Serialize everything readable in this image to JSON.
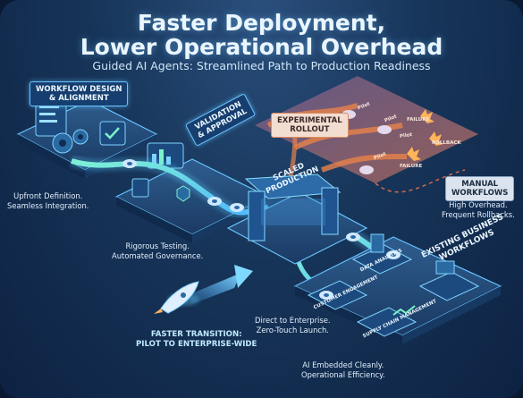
{
  "header": {
    "title_line1": "Faster Deployment,",
    "title_line2": "Lower Operational Overhead",
    "subtitle": "Guided AI Agents: Streamlined Path to Production Readiness"
  },
  "stages": {
    "workflow_design": {
      "label_line1": "WORKFLOW DESIGN",
      "label_line2": "& ALIGNMENT",
      "note_line1": "Upfront Definition.",
      "note_line2": "Seamless Integration."
    },
    "validation": {
      "label_line1": "VALIDATION",
      "label_line2": "& APPROVAL",
      "note_line1": "Rigorous Testing.",
      "note_line2": "Automated Governance."
    },
    "scaled_production": {
      "label_line1": "SCALED",
      "label_line2": "PRODUCTION",
      "note_line1": "Direct to Enterprise.",
      "note_line2": "Zero-Touch Launch."
    },
    "experimental": {
      "label_line1": "EXPERIMENTAL",
      "label_line2": "ROLLOUT",
      "tags": [
        "Pilot",
        "Pilot",
        "FAILURE",
        "Pilot",
        "ROLLBACK",
        "Pilot",
        "FAILURE"
      ]
    },
    "manual": {
      "label_line1": "MANUAL",
      "label_line2": "WORKFLOWS",
      "note_line1": "High Overhead.",
      "note_line2": "Frequent Rollbacks."
    },
    "existing": {
      "label_line1": "EXISTING BUSINESS",
      "label_line2": "WORKFLOWS",
      "modules": [
        "DATA ANALYTICS",
        "CUSTOMER ENGAGEMENT",
        "SUPPLY CHAIN MANAGEMENT"
      ],
      "note_line1": "AI Embedded Cleanly.",
      "note_line2": "Operational Efficiency."
    },
    "faster": {
      "line1": "FASTER TRANSITION:",
      "line2": "PILOT TO ENTERPRISE-WIDE"
    }
  },
  "colors": {
    "accent_cyan": "#5fd0ff",
    "path_green": "#7cf2c8",
    "warning_orange": "#e9824a",
    "background": "#173559"
  }
}
